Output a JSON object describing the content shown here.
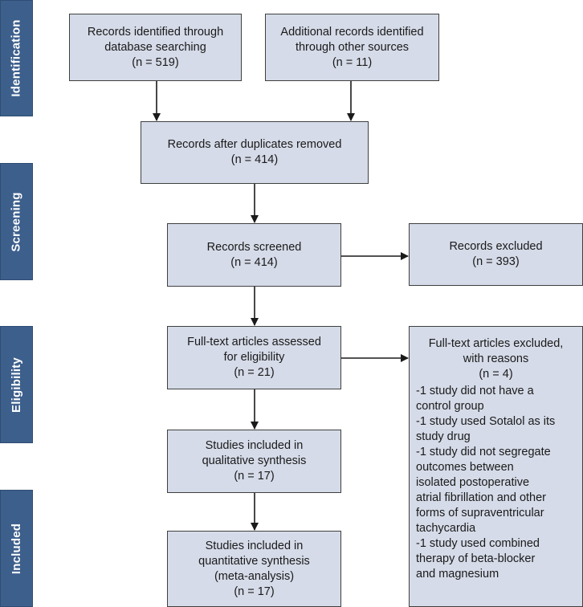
{
  "phases": {
    "identification": "Identification",
    "screening": "Screening",
    "eligibility": "Eligibility",
    "included": "Included"
  },
  "boxes": {
    "database": [
      "Records identified through",
      "database searching",
      "(n = 519)"
    ],
    "other_sources": [
      "Additional records identified",
      "through other sources",
      "(n = 11)"
    ],
    "deduplicated": [
      "Records after duplicates removed",
      "(n = 414)"
    ],
    "screened": [
      "Records screened",
      "(n = 414)"
    ],
    "excluded": [
      "Records excluded",
      "(n = 393)"
    ],
    "fulltext": [
      "Full-text articles assessed",
      "for eligibility",
      "(n = 21)"
    ],
    "fulltext_excluded": {
      "header": [
        "Full-text articles excluded,",
        "with reasons",
        "(n = 4)"
      ],
      "reasons": [
        "-1 study did not have a",
        "control group",
        "-1 study used Sotalol as its",
        "study drug",
        "-1 study did not segregate",
        "outcomes between",
        "isolated postoperative",
        "atrial fibrillation and other",
        "forms of supraventricular",
        "tachycardia",
        "-1 study used combined",
        "therapy of beta-blocker",
        "and magnesium"
      ]
    },
    "qualitative": [
      "Studies included in",
      "qualitative synthesis",
      "(n = 17)"
    ],
    "quantitative": [
      "Studies included in",
      "quantitative synthesis",
      "(meta-analysis)",
      "(n = 17)"
    ]
  },
  "colors": {
    "phase_fill": "#3d5f8c",
    "box_fill": "#d5dbe8",
    "border": "#3f3f3f"
  }
}
